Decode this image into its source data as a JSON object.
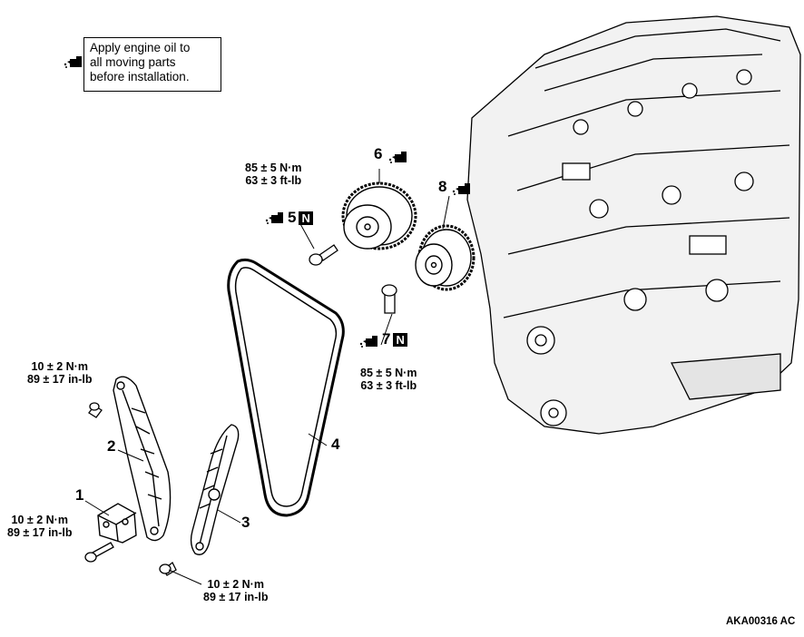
{
  "legend": {
    "icon": "oil-can-icon",
    "lines": [
      "Apply engine oil to",
      "all moving parts",
      "before installation."
    ]
  },
  "torques": {
    "bolt_5": {
      "line1": "85 ± 5 N·m",
      "line2": "63 ± 3 ft-lb"
    },
    "bolt_7": {
      "line1": "85 ± 5 N·m",
      "line2": "63 ± 3 ft-lb"
    },
    "bolt_2": {
      "line1": "10 ± 2 N·m",
      "line2": "89 ± 17 in-lb"
    },
    "bolt_1": {
      "line1": "10 ± 2 N·m",
      "line2": "89 ± 17 in-lb"
    },
    "bolt_3": {
      "line1": "10 ± 2 N·m",
      "line2": "89 ± 17 in-lb"
    }
  },
  "callouts": {
    "c1": "1",
    "c2": "2",
    "c3": "3",
    "c4": "4",
    "c5": "5",
    "c6": "6",
    "c7": "7",
    "c8": "8",
    "new_part_mark": "N"
  },
  "figure_ref": "AKA00316 AC",
  "colors": {
    "line": "#000000",
    "background": "#ffffff",
    "engine_fill": "#f2f2f2"
  }
}
